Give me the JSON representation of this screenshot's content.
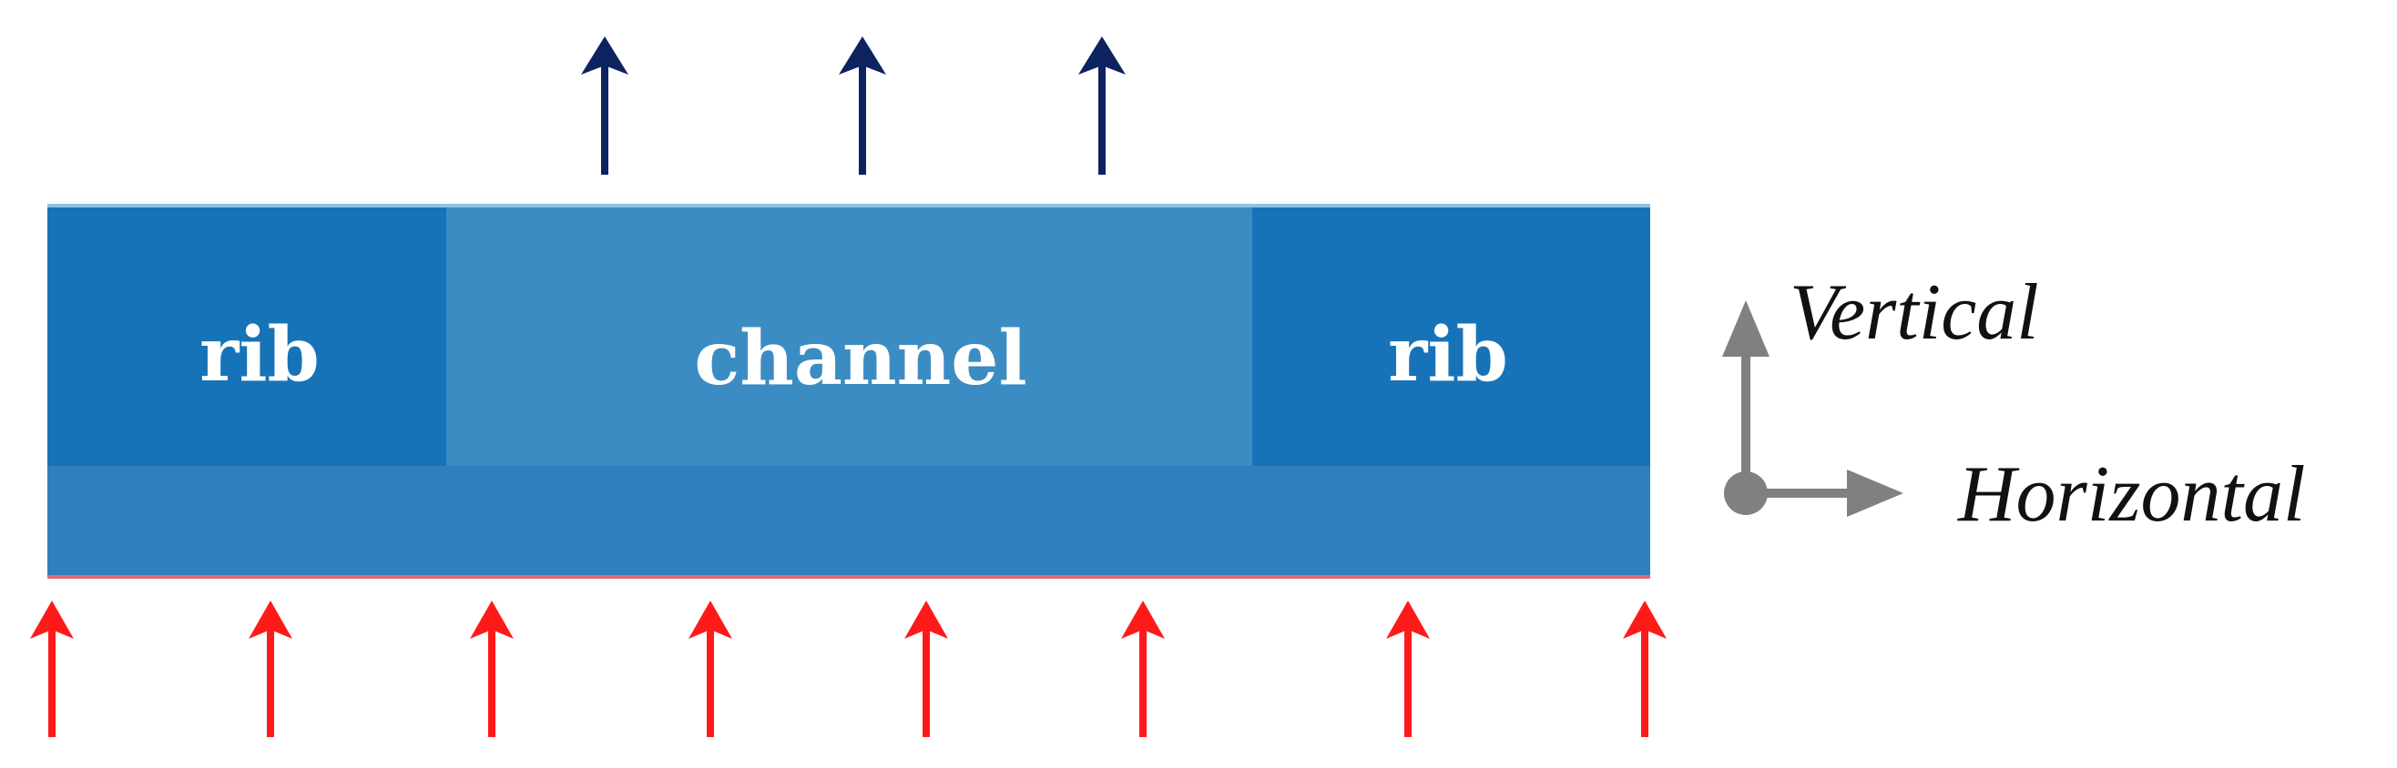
{
  "labels": {
    "rib_left": "rib",
    "channel": "channel",
    "rib_right": "rib",
    "vertical": "Vertical",
    "horizontal": "Horizontal"
  },
  "colors": {
    "rib": "#1773b8",
    "channel": "#3c8cc4",
    "gdl_layer": "#2f7fbf",
    "outflow_arrow": "#0c2360",
    "inflow_arrow": "#ff1a1a",
    "axis": "#808080"
  },
  "arrows": {
    "outflow_count": 3,
    "inflow_count": 8
  }
}
